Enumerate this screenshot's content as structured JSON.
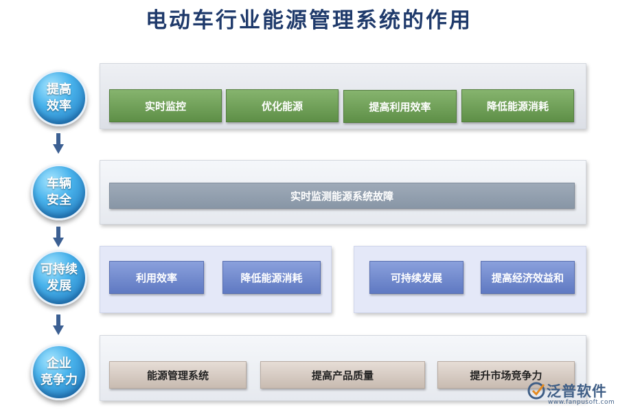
{
  "title": "电动车行业能源管理系统的作用",
  "stages": [
    {
      "label": "提高\n效率"
    },
    {
      "label": "车辆\n安全"
    },
    {
      "label": "可持续\n发展"
    },
    {
      "label": "企业\n竞争力"
    }
  ],
  "row1": [
    "实时监控",
    "优化能源",
    "提高利用效率",
    "降低能源消耗"
  ],
  "row2": [
    "实时监测能源系统故障"
  ],
  "row3_left": [
    "利用效率",
    "降低能源消耗"
  ],
  "row3_right": [
    "可持续发展",
    "提高经济效益和"
  ],
  "row4": [
    "能源管理系统",
    "提高产品质量",
    "提升市场竞争力"
  ],
  "logo": {
    "name": "泛普软件",
    "url": "www.fanpusoft.com"
  },
  "colors": {
    "title": "#1f3a6b",
    "circle": "#2b8ad0",
    "arrow": "#3b5f92",
    "green_box": "#6f9e57",
    "gray_box": "#909dad",
    "blue_box": "#6e86cc",
    "tan_box": "#d6cac1"
  },
  "icons": [
    "arrow-down-icon",
    "fanpu-logo-icon"
  ]
}
